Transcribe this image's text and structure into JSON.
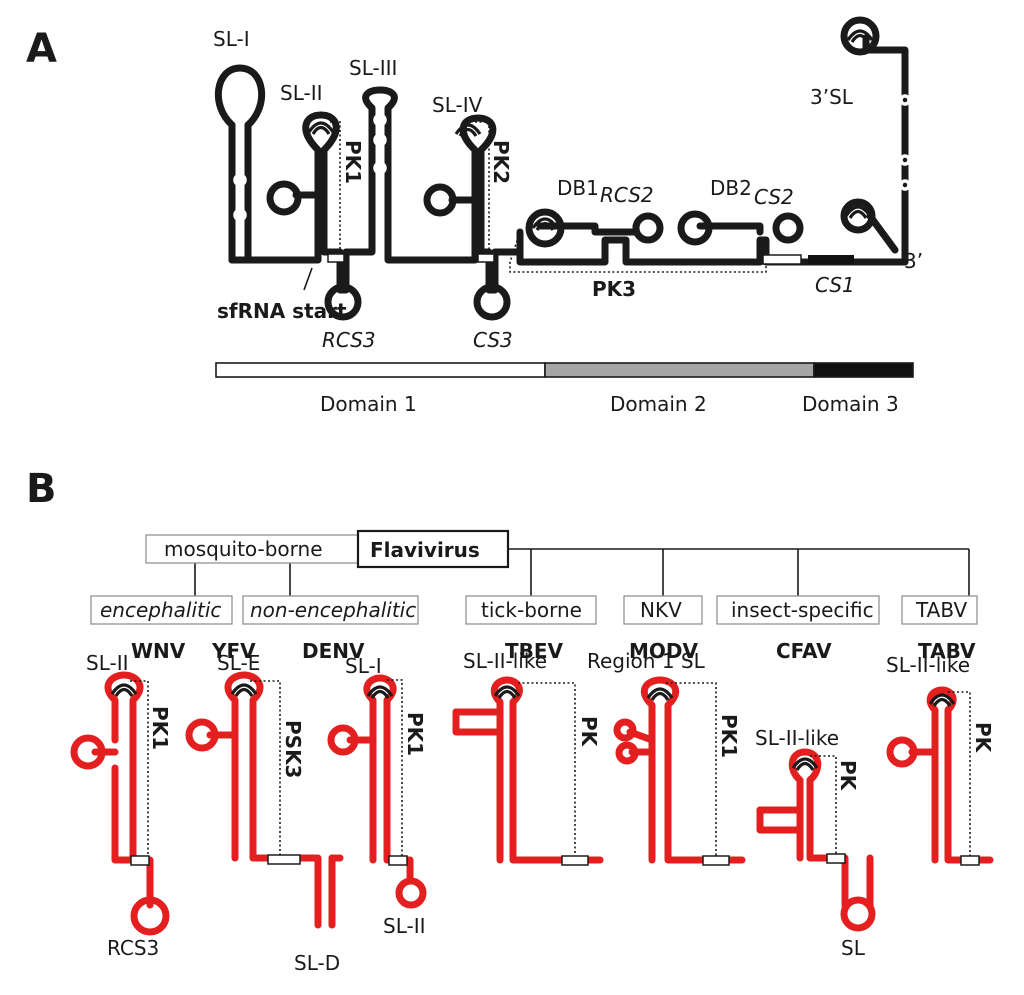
{
  "panels": {
    "a": "A",
    "b": "B"
  },
  "panel_a": {
    "stem_loops": [
      "SL-I",
      "SL-II",
      "SL-III",
      "SL-IV",
      "DB1",
      "DB2",
      "3’SL"
    ],
    "pseudoknots": [
      "PK1",
      "PK2",
      "PK3"
    ],
    "sequences": [
      "RCS2",
      "CS2",
      "CS1",
      "RCS3",
      "CS3"
    ],
    "three_prime": "3’",
    "sfrna": "sfRNA start",
    "domains": [
      {
        "label": "Domain 1",
        "fill": "#ffffff"
      },
      {
        "label": "Domain 2",
        "fill": "#a6a6a6"
      },
      {
        "label": "Domain 3",
        "fill": "#111111"
      }
    ]
  },
  "panel_b": {
    "genus": "Flavivirus",
    "mosquito": "mosquito-borne",
    "categories": [
      "encephalitic",
      "non-encephalitic",
      "tick-borne",
      "NKV",
      "insect-specific",
      "TABV"
    ],
    "viruses": [
      "WNV",
      "YFV",
      "DENV",
      "TBEV",
      "MODV",
      "CFAV",
      "TABV"
    ],
    "structure_top": [
      "SL-II",
      "SL-E",
      "SL-I",
      "SL-II-like",
      "Region 1 SL",
      "SL-II-like",
      "SL-II-like"
    ],
    "pk_labels": [
      "PK1",
      "PSK3",
      "PK1",
      "PK",
      "PK1",
      "PK",
      "PK"
    ],
    "bottom": [
      "RCS3",
      "SL-D",
      "SL-II",
      "SL"
    ],
    "rna_color": "#e41f1f"
  }
}
